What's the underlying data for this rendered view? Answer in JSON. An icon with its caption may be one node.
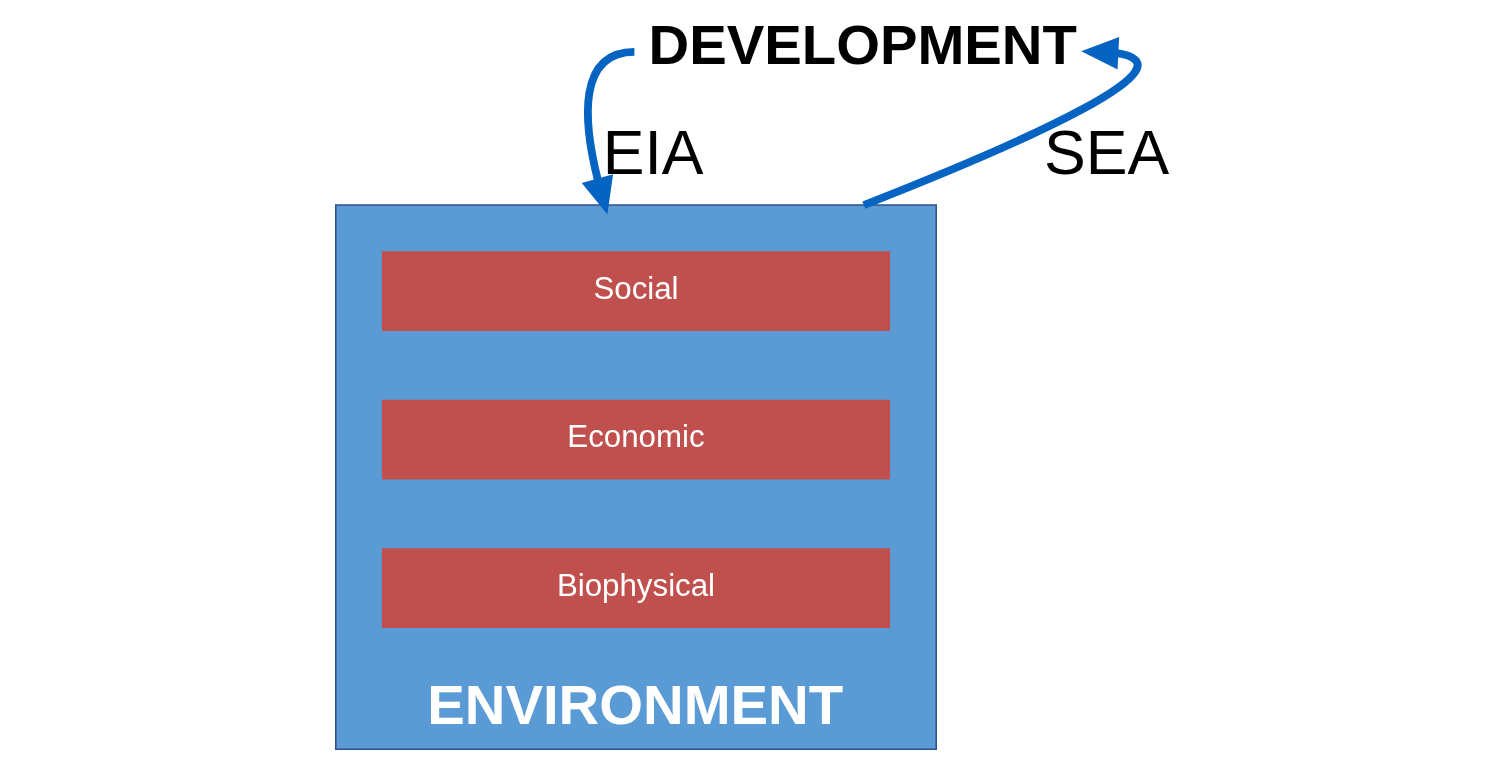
{
  "diagram": {
    "nodes": [
      {
        "text": [
          "DEVELOPMENT"
        ]
      },
      {
        "text": [
          "ENVIRONMENT"
        ]
      },
      {
        "text": [
          "Social"
        ],
        "in": 1
      },
      {
        "text": [
          "Economic"
        ],
        "in": 1
      },
      {
        "text": [
          "Biophysical"
        ],
        "in": 1
      }
    ],
    "edges": [
      {
        "from": 0,
        "to": 1,
        "arrow": "to",
        "label": "EIA"
      },
      {
        "from": 1,
        "to": 0,
        "arrow": "to",
        "label": "SEA"
      }
    ]
  }
}
